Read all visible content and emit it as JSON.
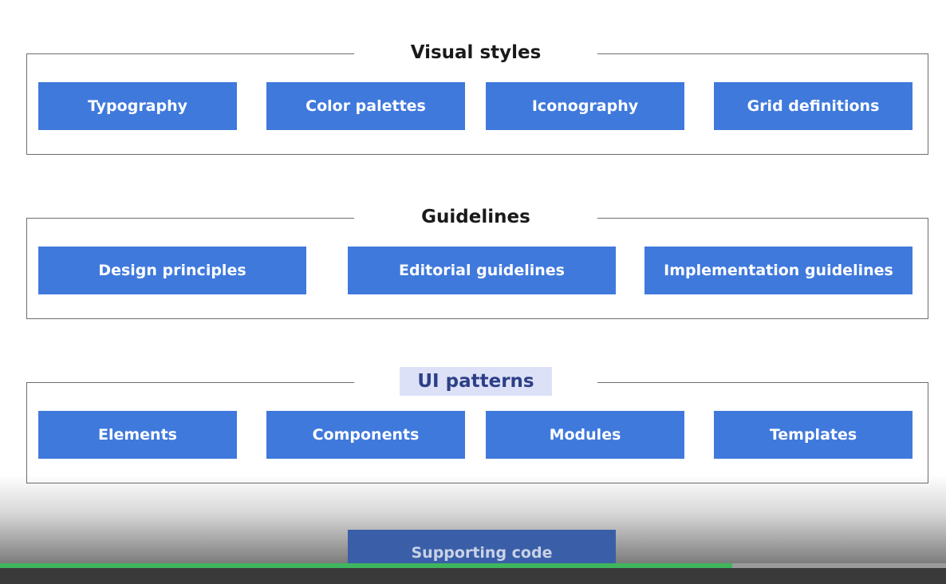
{
  "groups": [
    {
      "title": "Visual styles",
      "items": [
        "Typography",
        "Color palettes",
        "Iconography",
        "Grid definitions"
      ]
    },
    {
      "title": "Guidelines",
      "items": [
        "Design principles",
        "Editorial guidelines",
        "Implementation guidelines"
      ]
    },
    {
      "title": "UI patterns",
      "items": [
        "Elements",
        "Components",
        "Modules",
        "Templates"
      ]
    }
  ],
  "supporting": "Supporting code",
  "colors": {
    "node_fill": "#3f79dc",
    "highlight_fill": "#dde1f7",
    "progress": "#3fb55e"
  },
  "player": {
    "progress_fraction": 0.774
  }
}
